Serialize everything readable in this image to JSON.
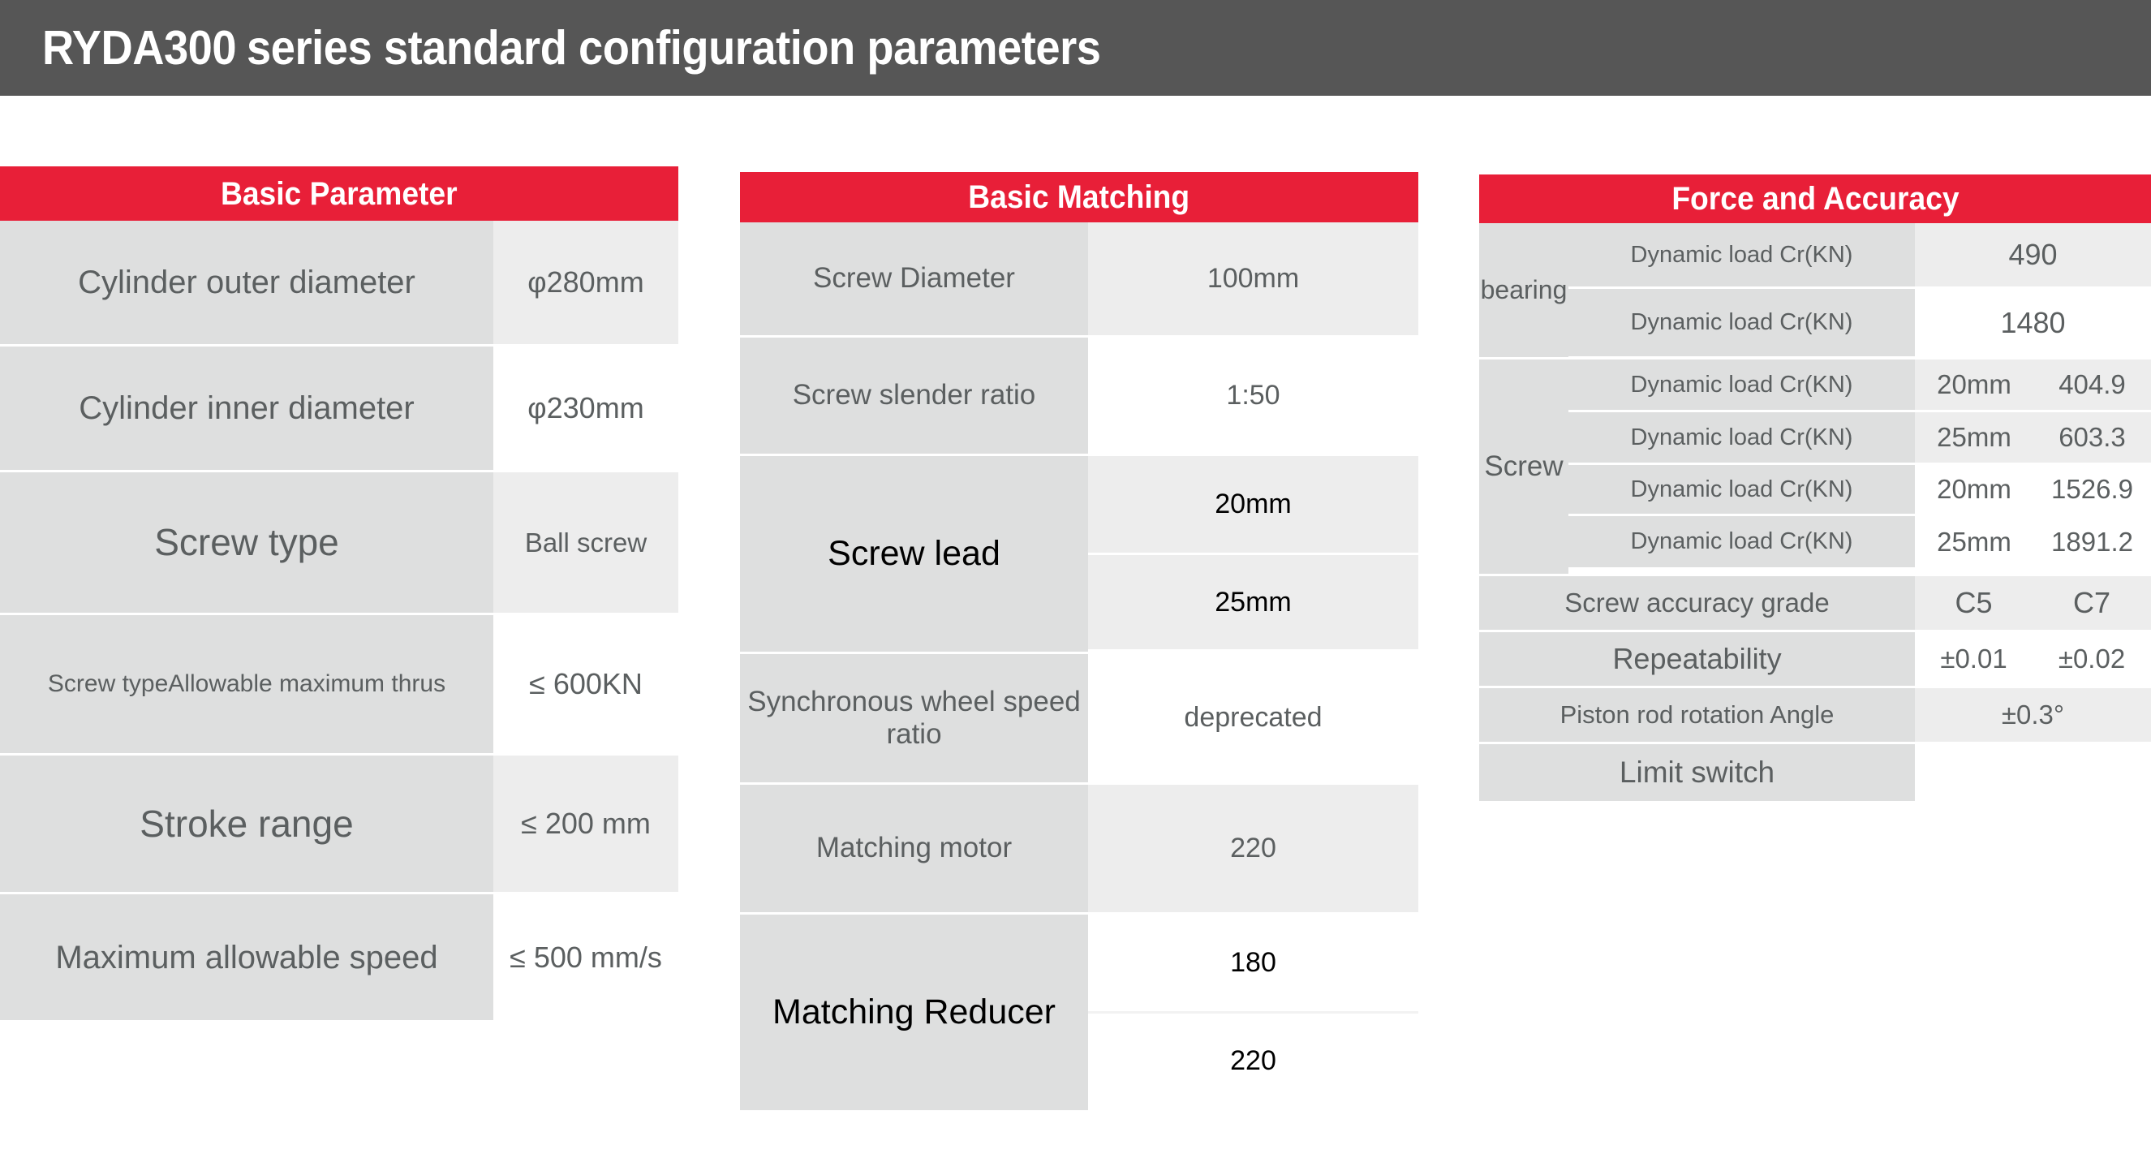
{
  "header": {
    "model": "RYDA300",
    "title": "series standard configuration parameters",
    "bar_color": "#565656",
    "accent_color": "#E81F38"
  },
  "tables": [
    {
      "id": "basic-parameter",
      "title": "Basic Parameter",
      "rows": [
        {
          "label": "Cylinder outer diameter",
          "value": "φ280mm"
        },
        {
          "label": "Cylinder inner diameter",
          "value": "φ230mm"
        },
        {
          "label": "Screw type",
          "value": "Ball screw"
        },
        {
          "label": "Screw typeAllowable maximum thrus",
          "value": "≤ 600KN"
        },
        {
          "label": "Stroke range",
          "value": "≤ 200 mm"
        },
        {
          "label": "Maximum allowable speed",
          "value": "≤ 500 mm/s"
        }
      ]
    },
    {
      "id": "basic-matching",
      "title": "Basic Matching",
      "rows": [
        {
          "label": "Screw Diameter",
          "values": [
            "100mm"
          ]
        },
        {
          "label": "Screw slender ratio",
          "values": [
            "1:50"
          ]
        },
        {
          "label": "Screw lead",
          "values": [
            "20mm",
            "25mm"
          ]
        },
        {
          "label": "Synchronous wheel speed ratio",
          "values": [
            "deprecated"
          ]
        },
        {
          "label": "Matching motor",
          "values": [
            "220"
          ]
        },
        {
          "label": "Matching Reducer",
          "values": [
            "180",
            "220"
          ]
        }
      ]
    },
    {
      "id": "force-accuracy",
      "title": "Force and Accuracy",
      "groups": [
        {
          "name": "bearing",
          "rows": [
            {
              "label": "Dynamic load Cr(KN)",
              "size": "",
              "value": "490"
            },
            {
              "label": "Dynamic load Cr(KN)",
              "size": "",
              "value": "1480"
            }
          ]
        },
        {
          "name": "Screw",
          "rows": [
            {
              "label": "Dynamic load Cr(KN)",
              "size": "20mm",
              "value": "404.9"
            },
            {
              "label": "Dynamic load Cr(KN)",
              "size": "25mm",
              "value": "603.3"
            },
            {
              "label": "Dynamic load Cr(KN)",
              "size": "20mm",
              "value": "1526.9"
            },
            {
              "label": "Dynamic load Cr(KN)",
              "size": "25mm",
              "value": "1891.2"
            }
          ]
        }
      ],
      "footer_rows": [
        {
          "label": "Screw accuracy grade",
          "col_a": "C5",
          "col_b": "C7"
        },
        {
          "label": "Repeatability",
          "col_a": "±0.01",
          "col_b": "±0.02"
        },
        {
          "label": "Piston rod rotation Angle",
          "merged": "±0.3°"
        },
        {
          "label": "Limit switch",
          "merged": ""
        }
      ]
    }
  ]
}
